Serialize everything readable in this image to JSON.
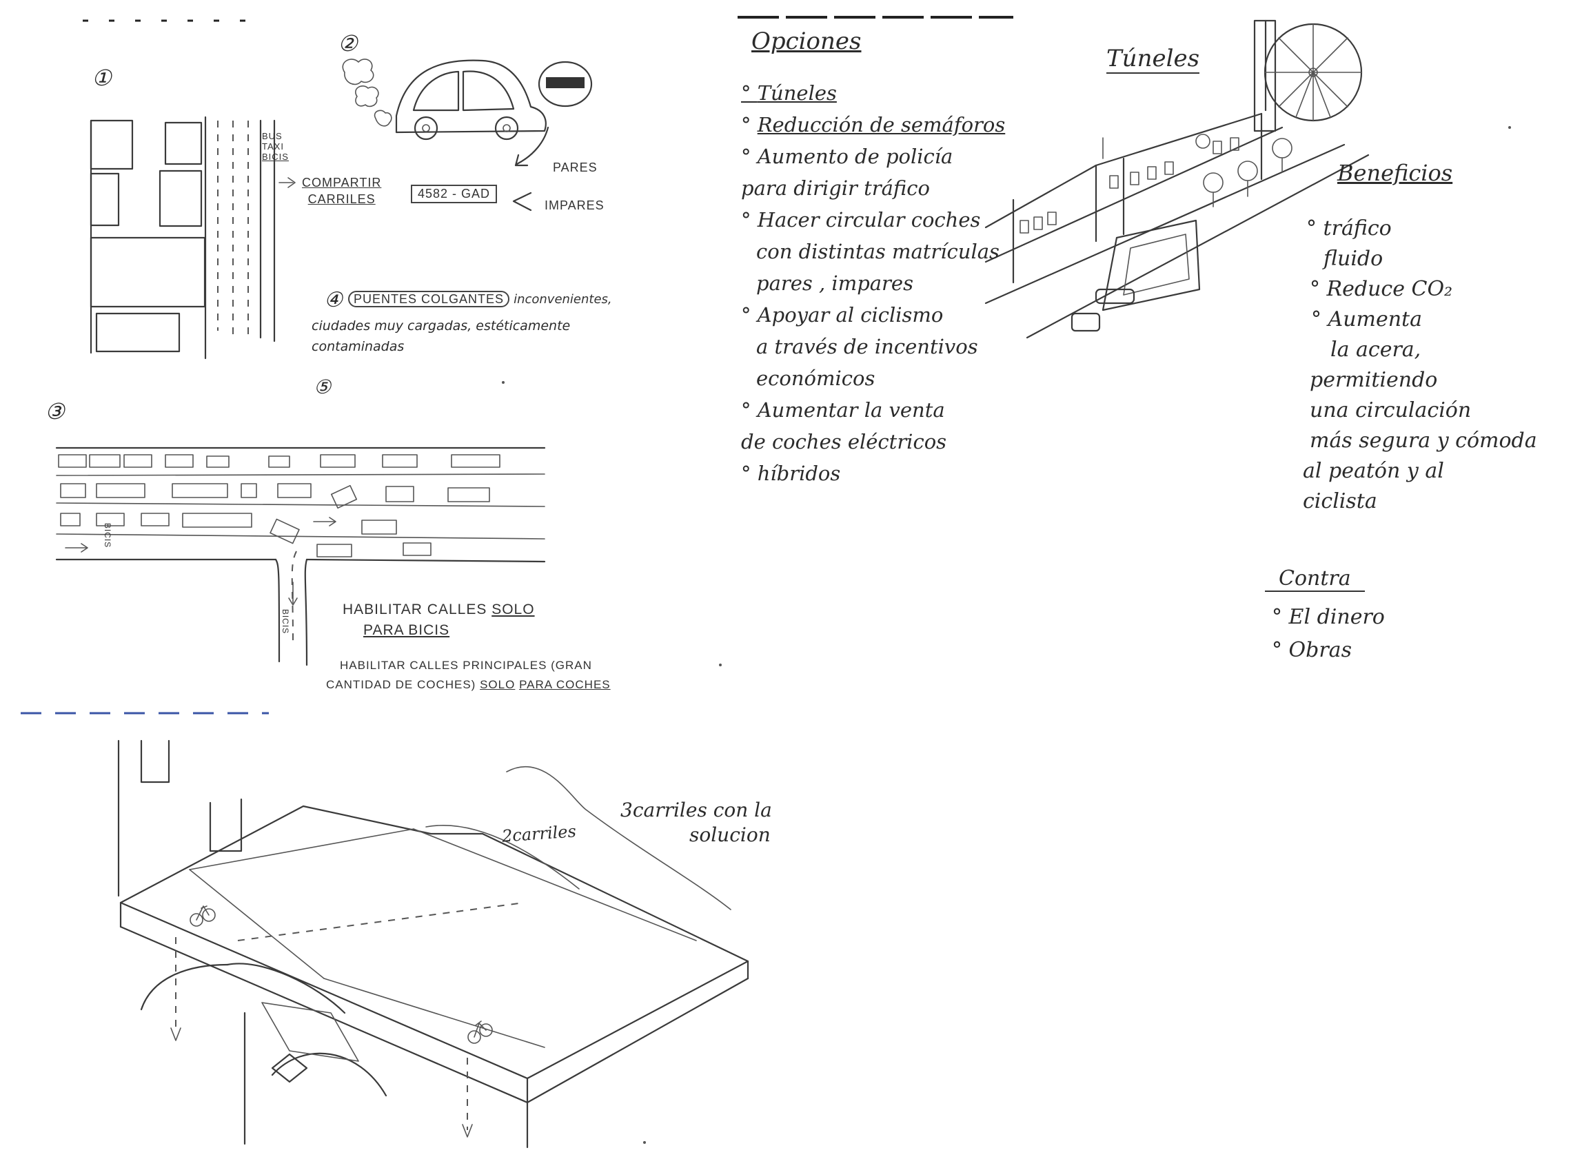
{
  "sketch1": {
    "num1": "①",
    "num2": "②",
    "num3": "③",
    "num4": "④",
    "num5": "⑤",
    "lane_labels": [
      "BUS",
      "TAXI",
      "BICIS"
    ],
    "compartir": [
      "COMPARTIR",
      "CARRILES"
    ],
    "plate": "4582 - GAD",
    "pares": "PARES",
    "impares": "IMPARES",
    "puentes_label": "PUENTES COLGANTES",
    "puentes_text": [
      "inconvenientes,",
      "ciudades muy cargadas, estéticamente",
      "contaminadas"
    ],
    "bicis_side": "BICIS",
    "bicis_road": "BICIS",
    "habilitar1": [
      "HABILITAR CALLES",
      "SOLO",
      "PARA BICIS"
    ],
    "habilitar2": [
      "HABILITAR CALLES PRINCIPALES (GRAN",
      "CANTIDAD DE COCHES)",
      "SOLO",
      "PARA COCHES"
    ]
  },
  "options": {
    "title": "Opciones",
    "items": [
      "Túneles",
      "Reducción de semáforos",
      "Aumento de policía",
      "para dirigir tráfico",
      "Hacer circular coches",
      "con distintas matrículas",
      "pares , impares",
      "Apoyar al ciclismo",
      "a través de incentivos",
      "económicos",
      "Aumentar la venta",
      "de coches eléctricos",
      "híbridos"
    ]
  },
  "tunnel_sketch": {
    "title": "Túneles"
  },
  "beneficios": {
    "title": "Beneficios",
    "lines": [
      "tráfico",
      "fluido",
      "Reduce CO₂",
      "Aumenta",
      "la acera,",
      "permitiendo",
      "una circulación",
      "más segura y cómoda",
      "al peatón y al",
      "ciclista"
    ]
  },
  "contra": {
    "title": "Contra",
    "lines": [
      "El dinero",
      "Obras"
    ]
  },
  "bridge_sketch": {
    "label_3": [
      "3carriles con la",
      "solucion"
    ],
    "label_2": "2carriles"
  },
  "colors": {
    "ink": "#3a3a3a",
    "paper": "#ffffff"
  }
}
